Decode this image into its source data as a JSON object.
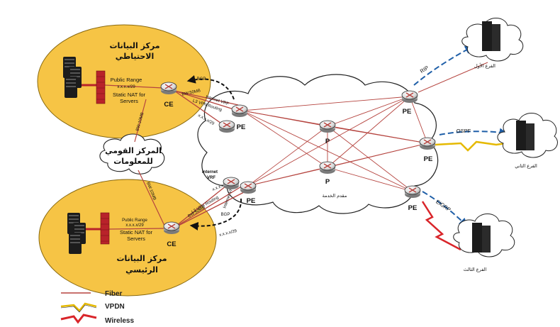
{
  "backup_dc": {
    "title_line1": "مركز البيانات",
    "title_line2": "الاحتياطي",
    "public_range": "Public Range",
    "subnet": "x.x.x.x/29",
    "nat_line1": "Static NAT for",
    "nat_line2": "Servers",
    "ce_label": "CE",
    "bw": "BW:50MB",
    "bgp": "BGP",
    "internet_vrf": "Internet VRF",
    "l3vpn": "L3 VPN Routing",
    "link_subnet": "x.x.x.x/29"
  },
  "main_dc": {
    "title_line1": "مركز البيانات",
    "title_line2": "الرئيسي",
    "public_range": "Public Range",
    "subnet": "x.x.x.x/29",
    "nat_line1": "Static NAT for",
    "nat_line2": "Servers",
    "ce_label": "CE",
    "bw": "BW:50MB",
    "bgp": "BGP",
    "internet_vrf": "Internet VRF",
    "l3vpn": "L3 VPN Routing",
    "link_subnet": "x.x.x.x/29"
  },
  "national_center": {
    "line1": "المركز القومي",
    "line2": "للمعلومات",
    "bw_top": "BW:10MB",
    "bw_bottom": "BW:10MB"
  },
  "internet_vrf_label_line1": "Internet",
  "internet_vrf_label_line2": "VRF",
  "provider": {
    "cloud_label": "مقدم الخدمة",
    "pe_label": "PE",
    "p_label": "P"
  },
  "branches": {
    "branch1": "الفرع الأول",
    "branch2": "الفرع الثاني",
    "branch3": "الفرع الثالث",
    "rip": "RIP",
    "ospf": "OSPF",
    "eigrp": "EIGRP"
  },
  "legend": {
    "fiber": "Fiber",
    "vpdn": "VPDN",
    "wireless": "Wireless"
  },
  "colors": {
    "dc_fill": "#f6c445",
    "fiber": "#b5443f",
    "vpdn": "#e5b900",
    "wireless": "#d9252a",
    "protocol_arrow": "#1f5fa8",
    "firewall": "#b8232a"
  }
}
